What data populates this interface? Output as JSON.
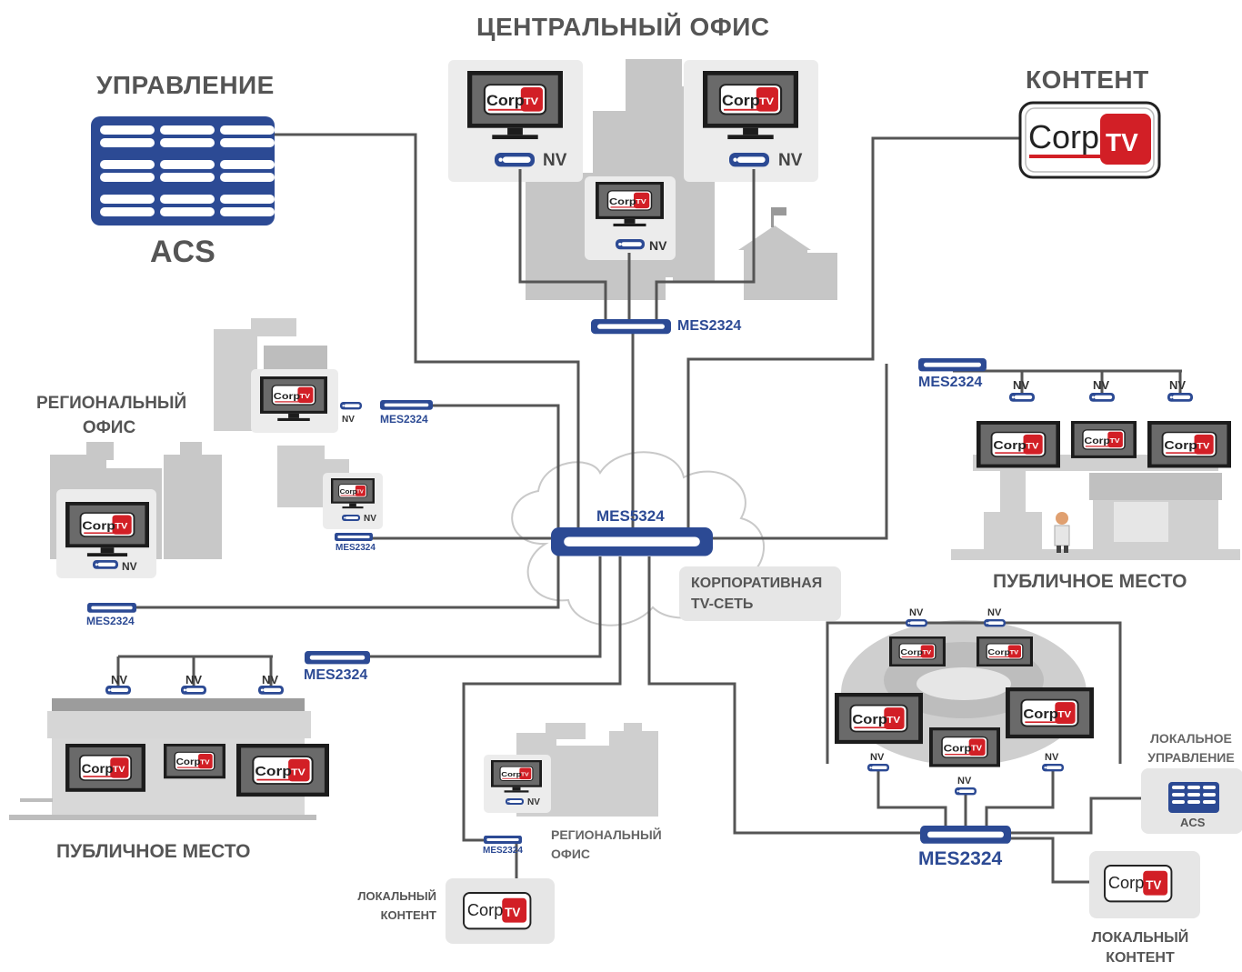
{
  "titles": {
    "central_office": "ЦЕНТРАЛЬНЫЙ ОФИС",
    "management": "УПРАВЛЕНИЕ",
    "content": "КОНТЕНТ",
    "acs": "ACS",
    "regional_office_left": "РЕГИОНАЛЬНЫЙ ОФИС",
    "public_place_right": "ПУБЛИЧНОЕ МЕСТО",
    "public_place_left": "ПУБЛИЧНОЕ МЕСТО",
    "corporate_network": "КОРПОРАТИВНАЯ TV-СЕТЬ",
    "regional_office_bottom": "РЕГИОНАЛЬНЫЙ ОФИС",
    "local_management": "ЛОКАЛЬНОЕ УПРАВЛЕНИЕ",
    "local_acs": "ACS",
    "local_content_bottom": "ЛОКАЛЬНЫЙ КОНТЕНТ",
    "local_content_right": "ЛОКАЛЬНЫЙ КОНТЕНТ"
  },
  "devices": {
    "core_switch": "MES5324",
    "access_switch": "MES2324",
    "player": "NV"
  },
  "logo": {
    "corp": "Corp",
    "tv": "TV"
  },
  "colors": {
    "switch_blue": "#2c4a94",
    "logo_red": "#d21f26",
    "line_gray": "#555555",
    "panel_gray": "#e8e8e8",
    "building_gray": "#c4c4c4"
  }
}
